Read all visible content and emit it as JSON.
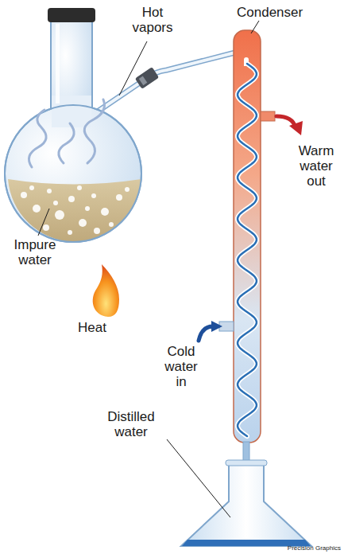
{
  "diagram": {
    "labels": [
      "Hot vapors",
      "Condenser",
      "Warm water out",
      "Impure water",
      "Heat",
      "Cold water in",
      "Distilled water",
      "Precision Graphics"
    ]
  }
}
